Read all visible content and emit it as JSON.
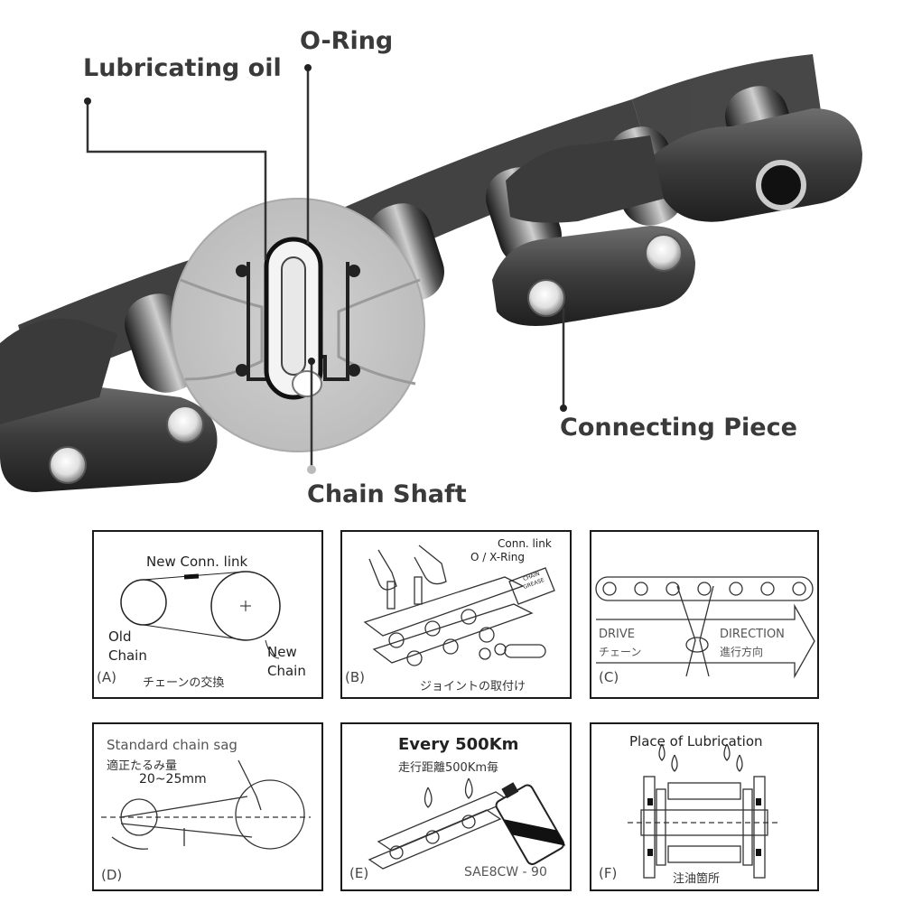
{
  "callouts": {
    "lubricating_oil": "Lubricating oil",
    "o_ring": "O-Ring",
    "connecting_piece": "Connecting Piece",
    "chain_shaft": "Chain Shaft"
  },
  "panels": {
    "a": {
      "letter": "(A)",
      "title": "New Conn. link",
      "old_chain": [
        "Old",
        "Chain"
      ],
      "new_chain": [
        "New",
        "Chain"
      ],
      "caption": "チェーンの交換"
    },
    "b": {
      "letter": "(B)",
      "conn_link": "Conn. link",
      "ring": "O / X-Ring",
      "grease": [
        "CHAIN",
        "GREASE"
      ],
      "caption": "ジョイントの取付け"
    },
    "c": {
      "letter": "(C)",
      "drive": "DRIVE",
      "drive_jp": "チェーン",
      "direction": "DIRECTION",
      "direction_jp": "進行方向"
    },
    "d": {
      "letter": "(D)",
      "title": "Standard chain sag",
      "title_jp": "適正たるみ量",
      "range": "20~25mm"
    },
    "e": {
      "letter": "(E)",
      "title": "Every 500Km",
      "title_jp": "走行距離500Km毎",
      "oil": "SAE8CW - 90"
    },
    "f": {
      "letter": "(F)",
      "title": "Place of Lubrication",
      "caption": "注油箇所"
    }
  }
}
